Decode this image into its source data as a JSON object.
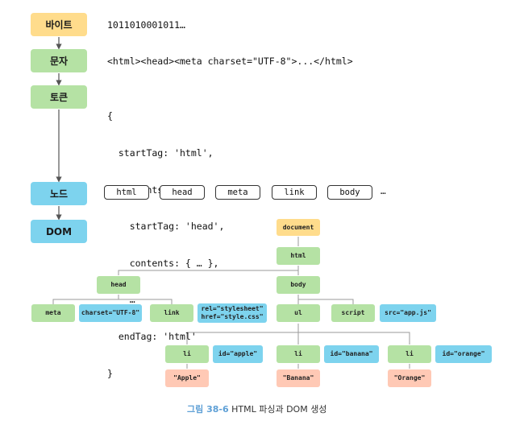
{
  "stages": {
    "bytes": "바이트",
    "chars": "문자",
    "tokens": "토큰",
    "nodes": "노드",
    "dom": "DOM"
  },
  "bytes_text": "1011010001011…",
  "chars_text": "<html><head><meta charset=\"UTF-8\">...</html>",
  "token_lines": [
    "{",
    "  startTag: 'html',",
    "  contents: {",
    "    startTag: 'head',",
    "    contents: { … },",
    "    …",
    "  endTag: 'html'",
    "}"
  ],
  "node_pills": [
    "html",
    "head",
    "meta",
    "link",
    "body"
  ],
  "node_ellipsis": "…",
  "tree": {
    "document": "document",
    "html": "html",
    "head": "head",
    "body": "body",
    "meta": "meta",
    "meta_attr": "charset=\"UTF-8\"",
    "link": "link",
    "link_attr": "rel=\"stylesheet\"\nhref=\"style.css\"",
    "ul": "ul",
    "script": "script",
    "script_attr": "src=\"app.js\"",
    "li1": "li",
    "li1_attr": "id=\"apple\"",
    "li1_text": "\"Apple\"",
    "li2": "li",
    "li2_attr": "id=\"banana\"",
    "li2_text": "\"Banana\"",
    "li3": "li",
    "li3_attr": "id=\"orange\"",
    "li3_text": "\"Orange\""
  },
  "caption": {
    "label": "그림 38-6",
    "text": "HTML 파싱과 DOM 생성"
  },
  "colors": {
    "yellow": "#ffdc8c",
    "green": "#b5e2a4",
    "blue": "#7dd3ee",
    "pink": "#ffc9b5",
    "connector": "#9a9a9a"
  }
}
